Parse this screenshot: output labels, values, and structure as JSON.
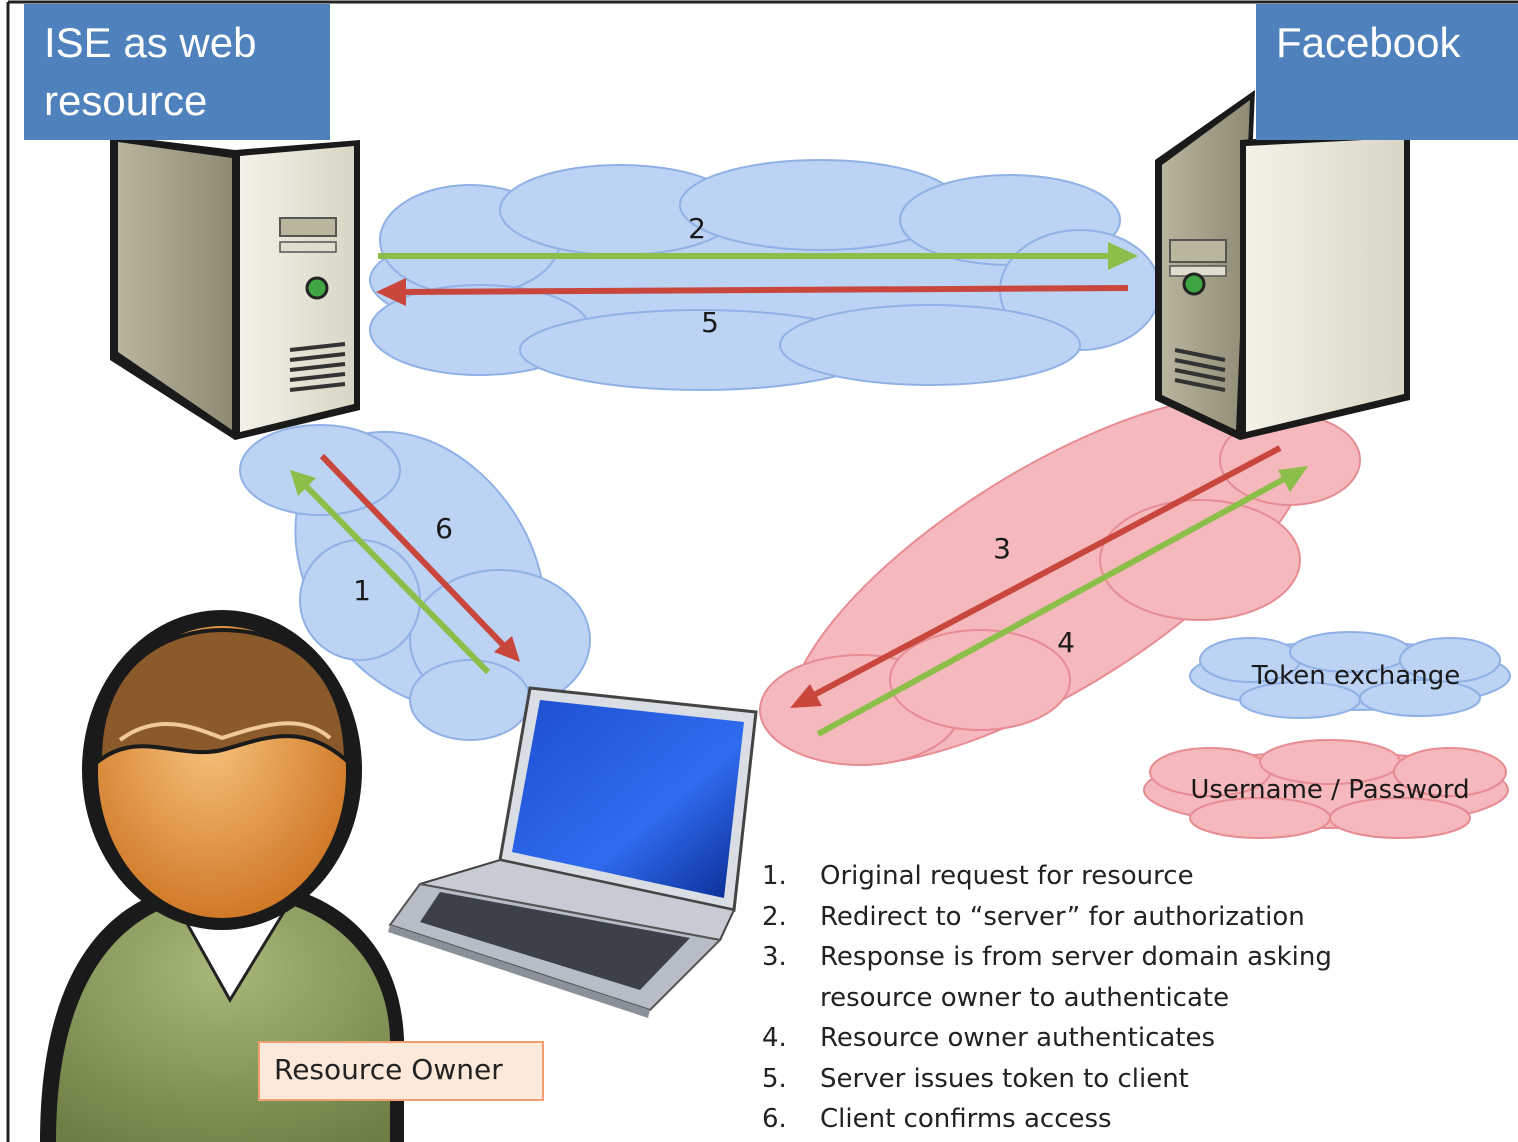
{
  "nodes": {
    "ise": "ISE as web resource",
    "ise_lines": [
      "ISE as web",
      "resource"
    ],
    "facebook": "Facebook",
    "resource_owner": "Resource Owner"
  },
  "legend": {
    "token_exchange": "Token exchange",
    "username_password": "Username / Password",
    "colors": {
      "token_cloud": "#bcd3f4",
      "credential_cloud": "#f5b8bc"
    }
  },
  "arrows": {
    "labels": [
      "1",
      "2",
      "3",
      "4",
      "5",
      "6"
    ],
    "colors": {
      "green": "#8cbf4a",
      "red": "#c8463c"
    }
  },
  "steps": [
    {
      "num": "1.",
      "text": "Original request for resource"
    },
    {
      "num": "2.",
      "text": "Redirect to “server” for authorization"
    },
    {
      "num": "3.",
      "text": "Response is from server domain asking"
    },
    {
      "num": "",
      "text": "resource owner to authenticate"
    },
    {
      "num": "4.",
      "text": "Resource owner authenticates"
    },
    {
      "num": "5.",
      "text": "Server issues token to client"
    },
    {
      "num": "6.",
      "text": "Client confirms access"
    }
  ],
  "colors": {
    "box_blue": "#4f81bd"
  }
}
